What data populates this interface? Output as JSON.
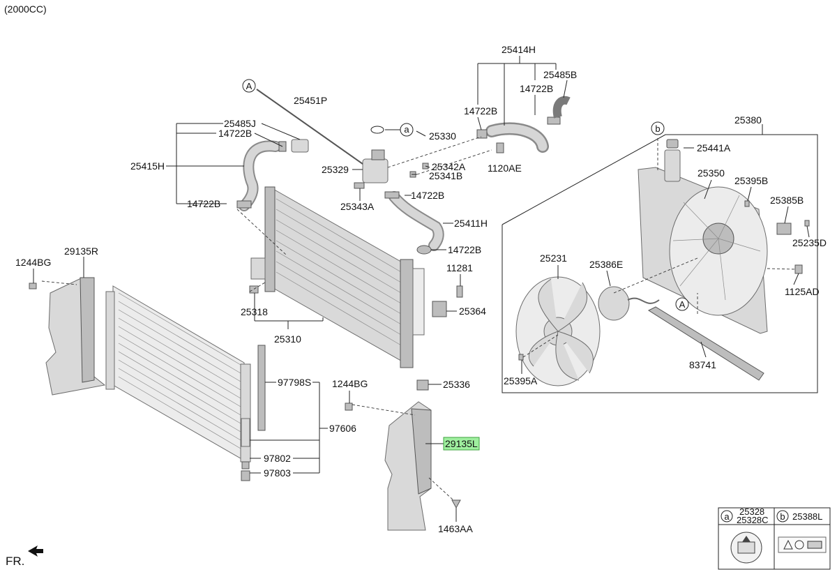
{
  "header": {
    "variant": "(2000CC)"
  },
  "callouts": {
    "c25414H": "25414H",
    "c25485B": "25485B",
    "c14722B_top1": "14722B",
    "c14722B_top2": "14722B",
    "c25451P": "25451P",
    "c25485J": "25485J",
    "c14722B_left": "14722B",
    "c25330": "25330",
    "c1120AE": "1120AE",
    "c25415H": "25415H",
    "c25329": "25329",
    "c25342A": "25342A",
    "c25341B": "25341B",
    "c25343A": "25343A",
    "c14722B_mid": "14722B",
    "c14722B_lower": "14722B",
    "c25411H": "25411H",
    "c14722B_right": "14722B",
    "c11281": "11281",
    "c25364": "25364",
    "c1244BG_left": "1244BG",
    "c29135R": "29135R",
    "c25318": "25318",
    "c25310": "25310",
    "c97798S": "97798S",
    "c1244BG_mid": "1244BG",
    "c25336": "25336",
    "c97606": "97606",
    "c29135L": "29135L",
    "c97802": "97802",
    "c97803": "97803",
    "c1463AA": "1463AA",
    "c25380": "25380",
    "c25441A": "25441A",
    "c25350": "25350",
    "c25395B": "25395B",
    "c25385B": "25385B",
    "c25235D": "25235D",
    "c25231": "25231",
    "c25386E": "25386E",
    "c1125AD": "1125AD",
    "c83741": "83741",
    "c25395A": "25395A"
  },
  "ref_markers": {
    "A": "A",
    "a": "a",
    "b": "b"
  },
  "legend": {
    "a_marker": "a",
    "a_line1": "25328",
    "a_line2": "25328C",
    "b_marker": "b",
    "b_line1": "25388L"
  },
  "footer": {
    "direction": "FR."
  },
  "colors": {
    "highlight": "#9fef9f",
    "part_fill": "#d9d9d9",
    "line": "#222222"
  },
  "selected_part": "29135L"
}
